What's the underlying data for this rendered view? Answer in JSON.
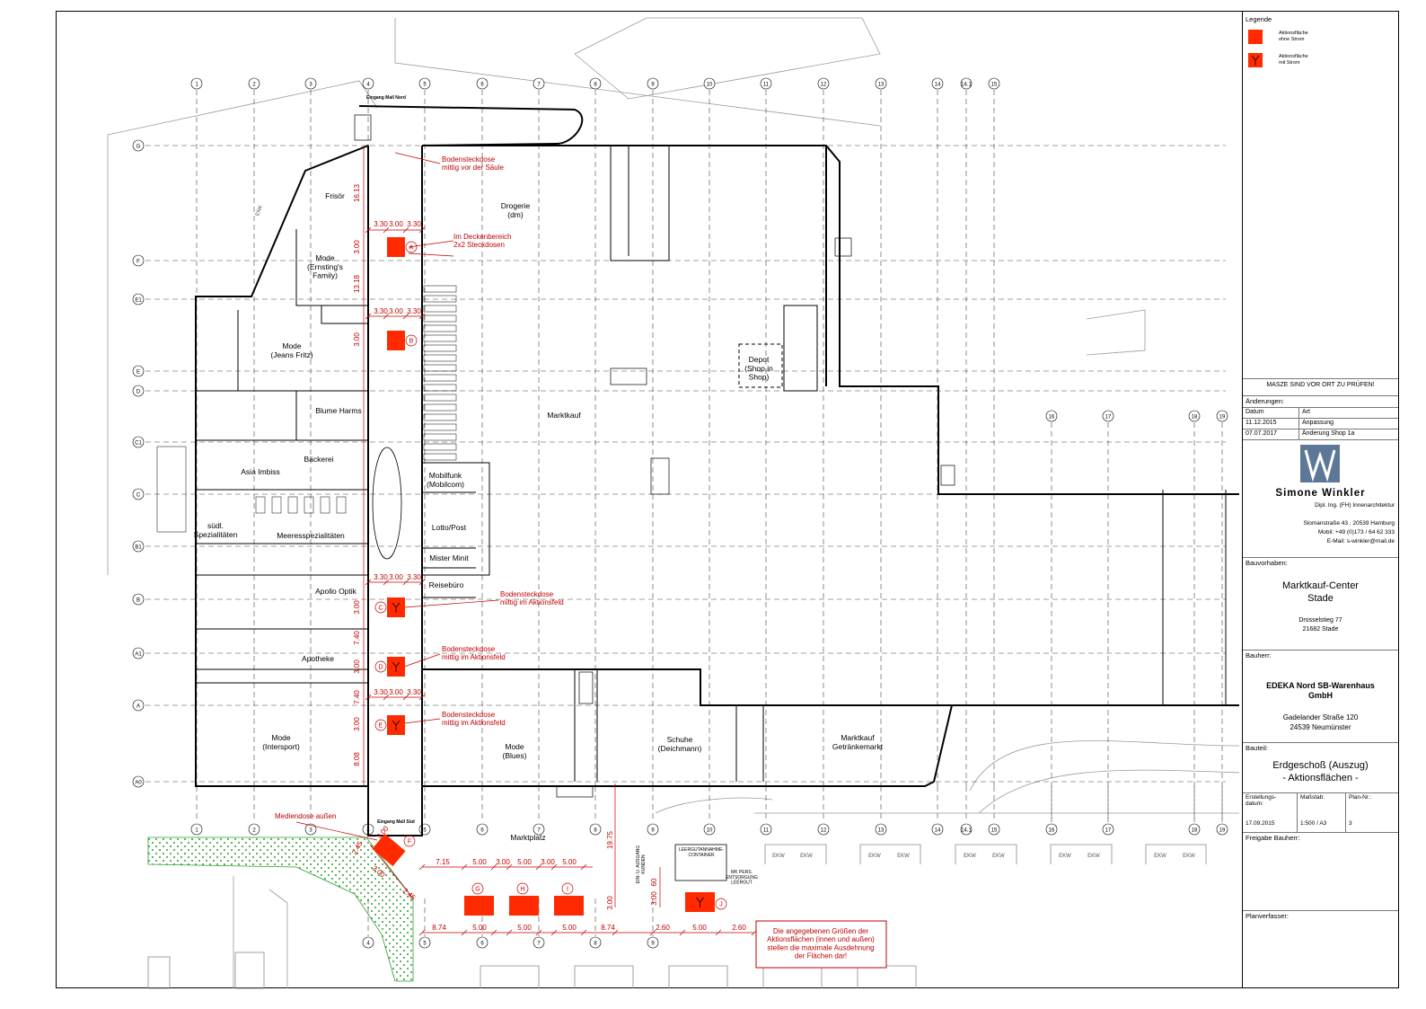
{
  "plan": {
    "axes_top": [
      "1",
      "2",
      "3",
      "4",
      "5",
      "6",
      "7",
      "8",
      "9",
      "10",
      "11",
      "12",
      "13",
      "14",
      "14.1",
      "15"
    ],
    "axes_bottom": [
      "1",
      "2",
      "3",
      "4",
      "5",
      "6",
      "7",
      "8",
      "9",
      "10",
      "11",
      "12",
      "13",
      "14",
      "14.1",
      "15",
      "16",
      "17",
      "18",
      "19"
    ],
    "axes_right_top": [
      "16",
      "17",
      "18",
      "19"
    ],
    "axes_left": [
      "G",
      "F",
      "E1",
      "E",
      "D",
      "C1",
      "C",
      "B1",
      "B",
      "A1",
      "A",
      "A0"
    ],
    "entrances": {
      "north": "Eingang Mall Nord",
      "south": "Eingang Mall Süd"
    },
    "shops": {
      "frisoer": "Frisör",
      "drogerie": "Drogerie\n(dm)",
      "mode_ernsting": "Mode\n(Ernsting's\nFamily)",
      "mode_jeans": "Mode\n(Jeans Fritz)",
      "depot": "Depot\n(Shop in\nShop)",
      "blume": "Blume Harms",
      "baeckerei": "Bäckerei",
      "asia": "Asia Imbiss",
      "marktkauf": "Marktkauf",
      "mobilfunk": "Mobilfunk\n(Mobilcom)",
      "lotto": "Lotto/Post",
      "suedl": "südl.\nSpezialitäten",
      "meeres": "Meeresspezialitäten",
      "mister_minit": "Mister Minit",
      "reisebuero": "Reisebüro",
      "apollo": "Apollo Optik",
      "apotheke": "Apotheke",
      "mode_intersport": "Mode\n(Intersport)",
      "mode_blues": "Mode\n(Blues)",
      "schuhe": "Schuhe\n(Deichmann)",
      "getraenke": "Marktkauf\nGetränkemarkt",
      "marktplatz": "Marktplatz",
      "leergut": "LEERGUTANNAHME-\nCONTAINER",
      "ein_ausgang": "EIN- U. AUSGANG\nKUNDEN",
      "mk_pers": "MK PERS.\nENTSORGUNG\nLEERGUT",
      "ekw": "EKW",
      "enk": "ENK"
    },
    "notes": {
      "bodensteckdose_saeule": "Bodensteckdose\nmittig vor der Säule",
      "deckenbereich": "Im Deckenbereich\n2x2 Steckdosen",
      "bodensteckdose_feld": "Bodensteckdose\nmittig im Aktionsfeld",
      "mediendose": "Mediendose außen",
      "disclaimer": "Die angegebenen Größen der\nAktionsflächen (innen und außen)\nstellen die maximale Ausdehnung\nder Flächen dar!"
    },
    "action_areas": [
      "A",
      "B",
      "C",
      "D",
      "E",
      "F",
      "G",
      "H",
      "I",
      "J"
    ],
    "dimensions": {
      "d_3_30": "3.30",
      "d_3_00": "3.00",
      "d_16_13": "16.13",
      "d_13_18": "13.18",
      "d_7_40": "7.40",
      "d_8_08": "8.08",
      "d_2_45": "2.45",
      "d_7_15": "7.15",
      "d_5_00": "5.00",
      "d_8_74": "8.74",
      "d_19_75": "19.75",
      "d_2_60": "2.60",
      "d_60": "60"
    }
  },
  "legend": {
    "title": "Legende",
    "items": [
      {
        "text": "Aktionsfläche\nohne Strom",
        "color": "#ff2a00"
      },
      {
        "text": "Aktionsfläche\nmit Strom",
        "color": "#ff2a00"
      }
    ]
  },
  "title_block": {
    "check_note": "MASZE SIND VOR ORT ZU PRÜFEN!",
    "changes_label": "Änderungen:",
    "col_date": "Datum",
    "col_type": "Art",
    "changes": [
      {
        "date": "11.12.2015",
        "type": "Anpassung"
      },
      {
        "date": "07.07.2017",
        "type": "Änderung Shop 1a"
      }
    ],
    "designer_name": "Simone Winkler",
    "designer_title": "Dipl. Ing. (FH) Innenarchitektur",
    "designer_address": "Slomanstraße 43 . 20539 Hamburg",
    "designer_mobile": "Mobil: +49 (0)173 / 64 62 333",
    "designer_email": "E-Mail: s-winkler@mail.de",
    "project_label": "Bauvorhaben:",
    "project_name": "Marktkauf-Center\nStade",
    "project_address": "Drosselstieg 77\n21682 Stade",
    "client_label": "Bauherr:",
    "client_name": "EDEKA Nord SB-Warenhaus\nGmbH",
    "client_address": "Gadelander Straße 120\n24539 Neumünster",
    "part_label": "Bauteil:",
    "part_name": "Erdgeschoß (Auszug)\n- Aktionsflächen -",
    "created_label": "Erstellungs-\ndatum:",
    "scale_label": "Maßstab:",
    "planno_label": "Plan-Nr.:",
    "created": "17.09.2015",
    "scale": "1:500 / A3",
    "planno": "3",
    "approval_label": "Freigabe Bauherr:",
    "author_label": "Planverfasser:"
  },
  "colors": {
    "action": "#ff2a00",
    "annotation": "#c00000",
    "grid": "#000000",
    "green": "#2e9e2e"
  }
}
